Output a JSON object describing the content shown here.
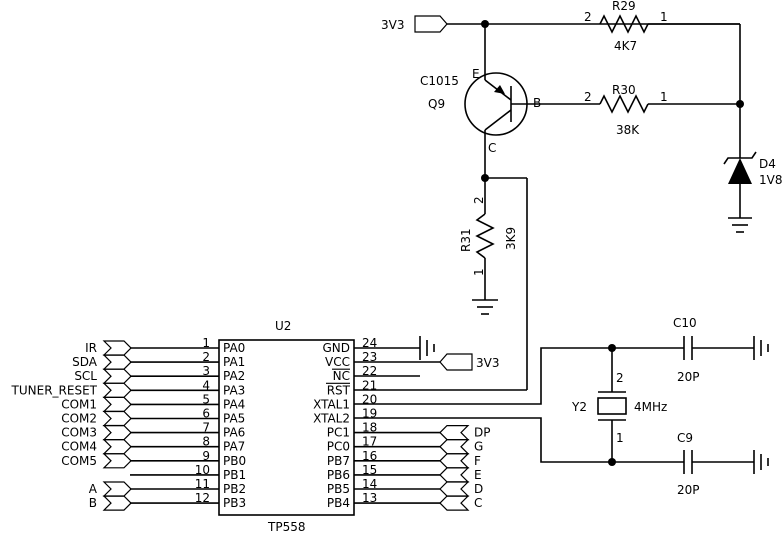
{
  "power": {
    "net_top": "3V3",
    "net_u2": "3V3"
  },
  "transistor": {
    "part": "C1015",
    "ref": "Q9",
    "pin_e": "E",
    "pin_b": "B",
    "pin_c": "C"
  },
  "resistors": {
    "r29": {
      "ref": "R29",
      "value": "4K7",
      "pin_a": "2",
      "pin_b": "1"
    },
    "r30": {
      "ref": "R30",
      "value": "38K",
      "pin_a": "2",
      "pin_b": "1"
    },
    "r31": {
      "ref": "R31",
      "value": "3K9",
      "pin_a": "2",
      "pin_b": "1"
    }
  },
  "zener": {
    "ref": "D4",
    "value": "1V8"
  },
  "ic": {
    "ref": "U2",
    "part": "TP558",
    "left_pins": [
      {
        "net": "IR",
        "num": "1",
        "name": "PA0"
      },
      {
        "net": "SDA",
        "num": "2",
        "name": "PA1"
      },
      {
        "net": "SCL",
        "num": "3",
        "name": "PA2"
      },
      {
        "net": "TUNER_RESET",
        "num": "4",
        "name": "PA3"
      },
      {
        "net": "COM1",
        "num": "5",
        "name": "PA4"
      },
      {
        "net": "COM2",
        "num": "6",
        "name": "PA5"
      },
      {
        "net": "COM3",
        "num": "7",
        "name": "PA6"
      },
      {
        "net": "COM4",
        "num": "8",
        "name": "PA7"
      },
      {
        "net": "COM5",
        "num": "9",
        "name": "PB0"
      },
      {
        "net": "",
        "num": "10",
        "name": "PB1"
      },
      {
        "net": "A",
        "num": "11",
        "name": "PB2"
      },
      {
        "net": "B",
        "num": "12",
        "name": "PB3"
      }
    ],
    "right_pins": [
      {
        "name": "GND",
        "num": "24",
        "net": ""
      },
      {
        "name": "VCC",
        "num": "23",
        "net": ""
      },
      {
        "name": "NC",
        "num": "22",
        "net": ""
      },
      {
        "name": "RST",
        "num": "21",
        "net": ""
      },
      {
        "name": "XTAL1",
        "num": "20",
        "net": ""
      },
      {
        "name": "XTAL2",
        "num": "19",
        "net": ""
      },
      {
        "name": "PC1",
        "num": "18",
        "net": "DP"
      },
      {
        "name": "PC0",
        "num": "17",
        "net": "G"
      },
      {
        "name": "PB7",
        "num": "16",
        "net": "F"
      },
      {
        "name": "PB6",
        "num": "15",
        "net": "E"
      },
      {
        "name": "PB5",
        "num": "14",
        "net": "D"
      },
      {
        "name": "PB4",
        "num": "13",
        "net": "C"
      }
    ]
  },
  "crystal": {
    "ref": "Y2",
    "value": "4MHz",
    "pin_top": "2",
    "pin_bottom": "1"
  },
  "caps": {
    "c10": {
      "ref": "C10",
      "value": "20P"
    },
    "c9": {
      "ref": "C9",
      "value": "20P"
    }
  }
}
